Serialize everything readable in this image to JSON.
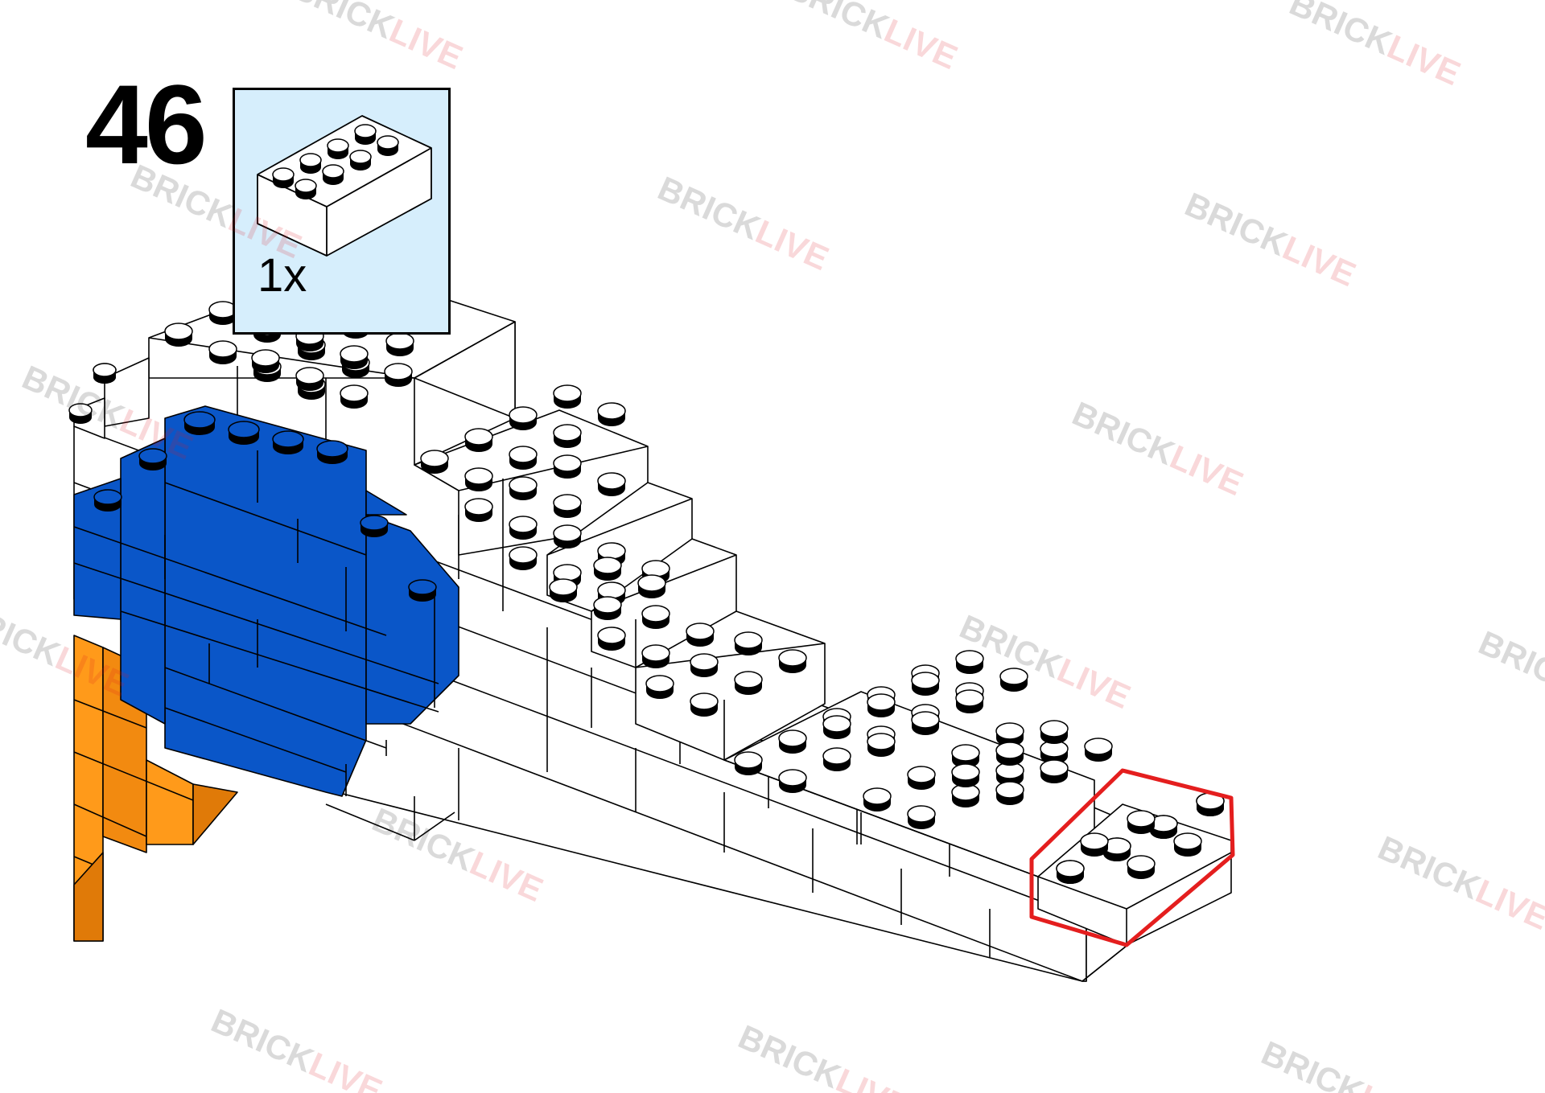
{
  "step": {
    "number": "46"
  },
  "parts_callout": {
    "quantity": "1x",
    "part_icon": "brick-2x4-white-icon"
  },
  "highlight": {
    "color": "#e41e1e"
  },
  "colors": {
    "white_brick": "#ffffff",
    "blue_brick": "#0a56c8",
    "orange_brick": "#ff9a1a",
    "callout_background": "#d6eefc",
    "outline": "#000000"
  },
  "watermark": {
    "part1": "BRICK",
    "part2": "LIVE"
  }
}
